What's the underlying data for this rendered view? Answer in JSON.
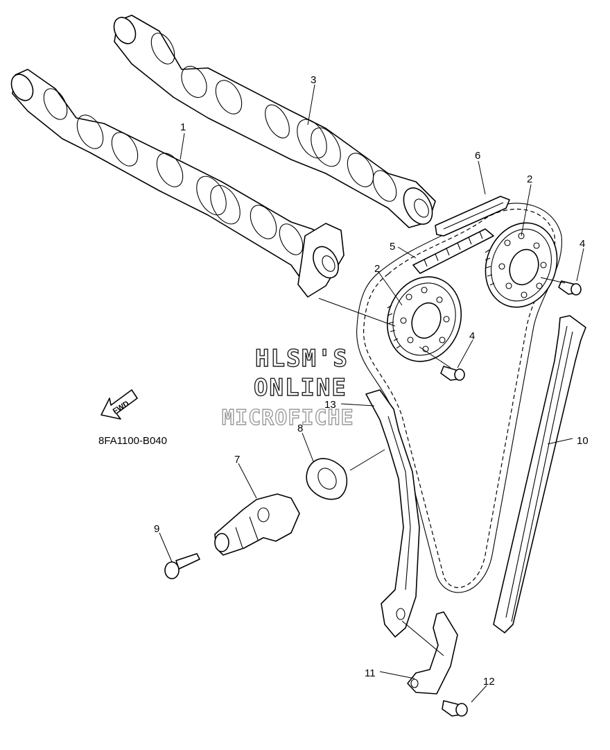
{
  "diagram_code": "8FA1100-B040",
  "fwd_label": "FWD",
  "watermark": {
    "line1": "HLSM'S",
    "line2": "ONLINE",
    "line3": "MICROFICHE"
  },
  "callouts": {
    "c1": "1",
    "c2a": "2",
    "c2b": "2",
    "c3": "3",
    "c4a": "4",
    "c4b": "4",
    "c5": "5",
    "c6": "6",
    "c7": "7",
    "c8": "8",
    "c9": "9",
    "c10": "10",
    "c11": "11",
    "c12": "12",
    "c13": "13"
  }
}
